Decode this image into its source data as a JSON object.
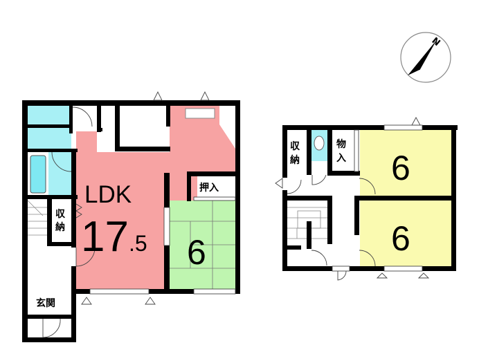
{
  "compass": {
    "north_label": "N"
  },
  "floor1": {
    "ldk_label": "LDK",
    "ldk_size_int": "17",
    "ldk_size_dec": ".5",
    "washitsu_size": "6",
    "oshiire_label": "押入",
    "storage_label_1": "収",
    "storage_label_2": "納",
    "genkan_label": "玄関"
  },
  "floor2": {
    "storage_label_1": "収",
    "storage_label_2": "納",
    "closet_label_1": "物",
    "closet_label_2": "入",
    "room_a_size": "6",
    "room_b_size": "6"
  },
  "colors": {
    "ldk": "#f7a3a3",
    "washitsu": "#bff5b0",
    "western": "#fafab0",
    "water": "#a8f0f5",
    "wall": "#000000"
  }
}
